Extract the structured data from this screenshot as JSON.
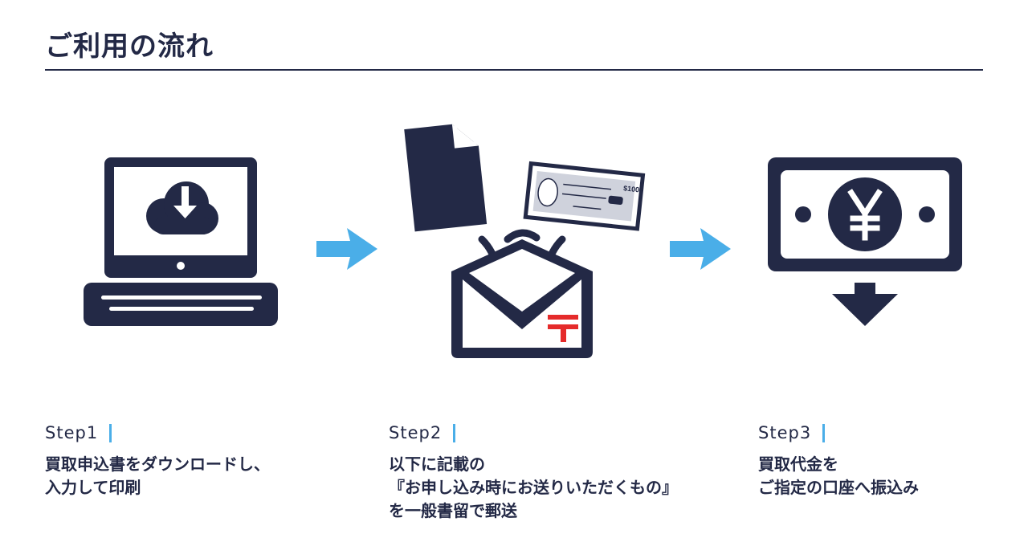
{
  "page": {
    "title": "ご利用の流れ"
  },
  "colors": {
    "navy": "#232946",
    "accent": "#4aaee8",
    "post_red": "#e52b2b"
  },
  "icons": {
    "step1": "laptop-download-icon",
    "step2": "envelope-document-check-icon",
    "step3": "yen-banknote-icon"
  },
  "cheque": {
    "amount": "$100"
  },
  "steps": [
    {
      "label": "Step1",
      "lines": [
        "買取申込書をダウンロードし、",
        "入力して印刷"
      ]
    },
    {
      "label": "Step2",
      "lines": [
        "以下に記載の",
        "『お申し込み時にお送りいただくもの』",
        "を一般書留で郵送"
      ]
    },
    {
      "label": "Step3",
      "lines": [
        "買取代金を",
        "ご指定の口座へ振込み"
      ]
    }
  ]
}
